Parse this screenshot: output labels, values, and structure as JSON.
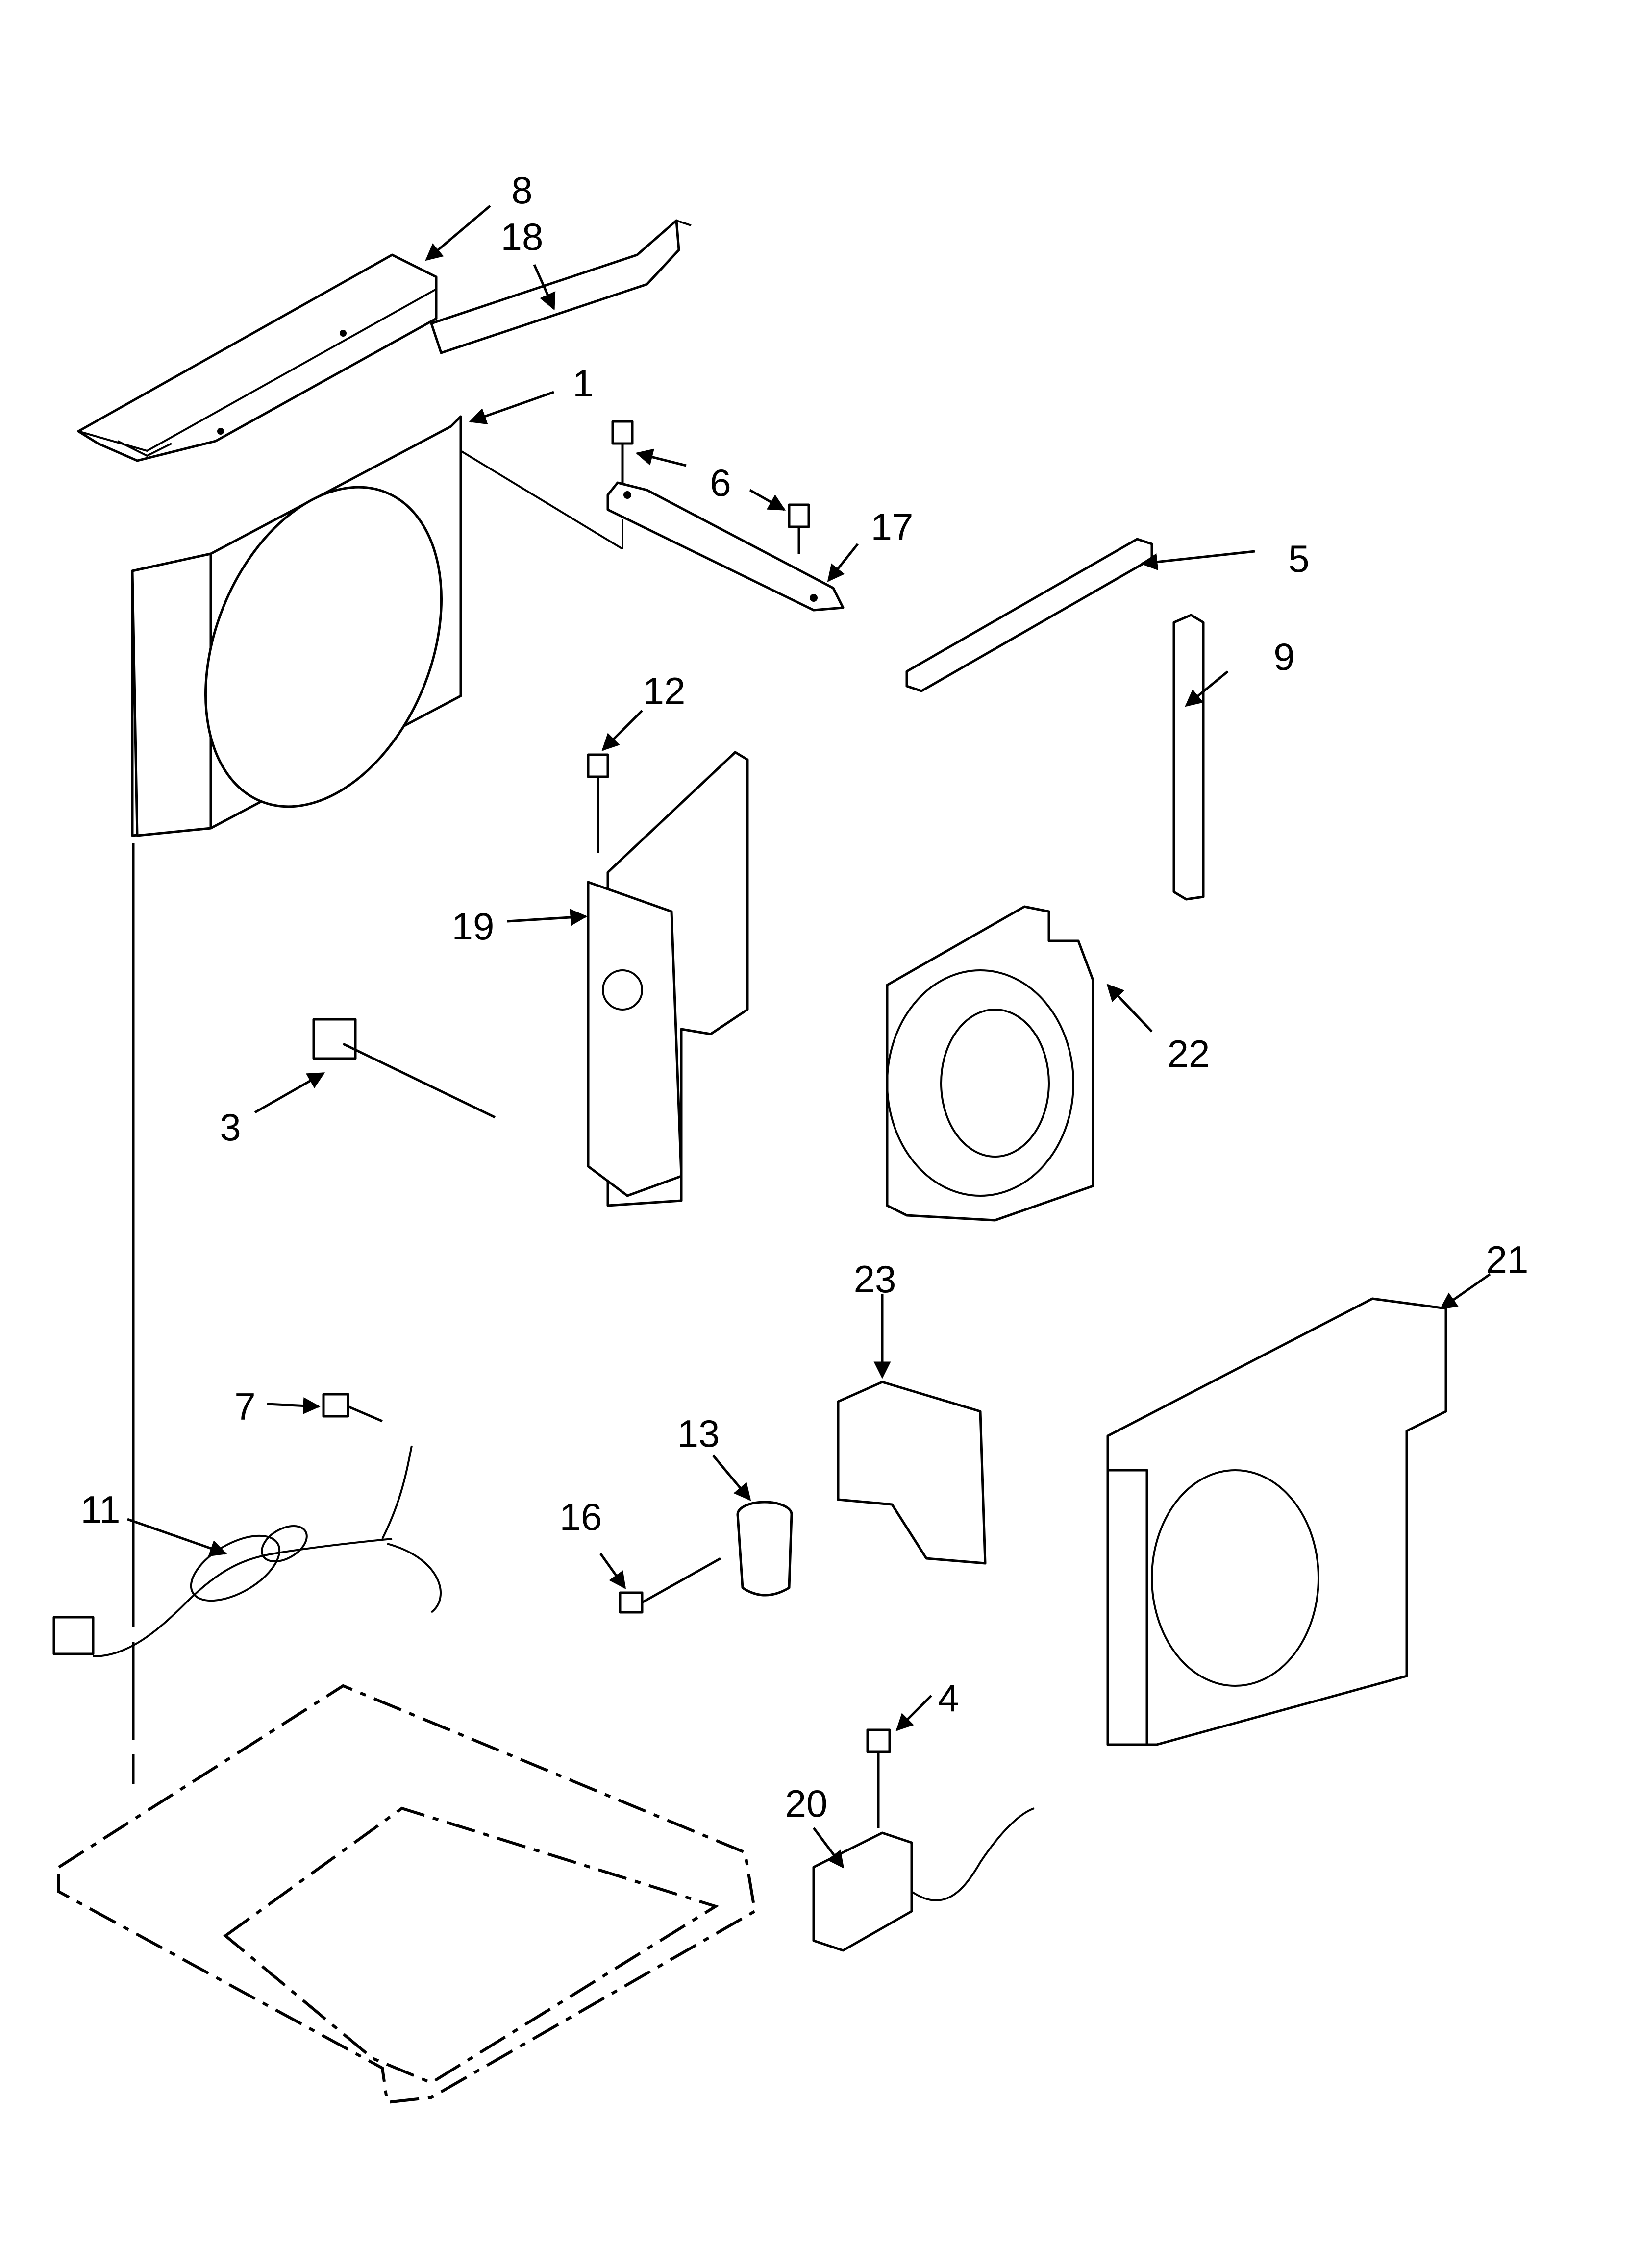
{
  "diagram": {
    "colors": {
      "line": "#000000",
      "background": "#ffffff"
    },
    "callouts": [
      {
        "id": "8",
        "label": "8"
      },
      {
        "id": "18",
        "label": "18"
      },
      {
        "id": "1",
        "label": "1"
      },
      {
        "id": "6",
        "label": "6"
      },
      {
        "id": "17",
        "label": "17"
      },
      {
        "id": "5",
        "label": "5"
      },
      {
        "id": "9",
        "label": "9"
      },
      {
        "id": "12",
        "label": "12"
      },
      {
        "id": "19",
        "label": "19"
      },
      {
        "id": "22",
        "label": "22"
      },
      {
        "id": "3",
        "label": "3"
      },
      {
        "id": "23",
        "label": "23"
      },
      {
        "id": "21",
        "label": "21"
      },
      {
        "id": "7",
        "label": "7"
      },
      {
        "id": "13",
        "label": "13"
      },
      {
        "id": "11",
        "label": "11"
      },
      {
        "id": "16",
        "label": "16"
      },
      {
        "id": "4",
        "label": "4"
      },
      {
        "id": "20",
        "label": "20"
      }
    ]
  }
}
